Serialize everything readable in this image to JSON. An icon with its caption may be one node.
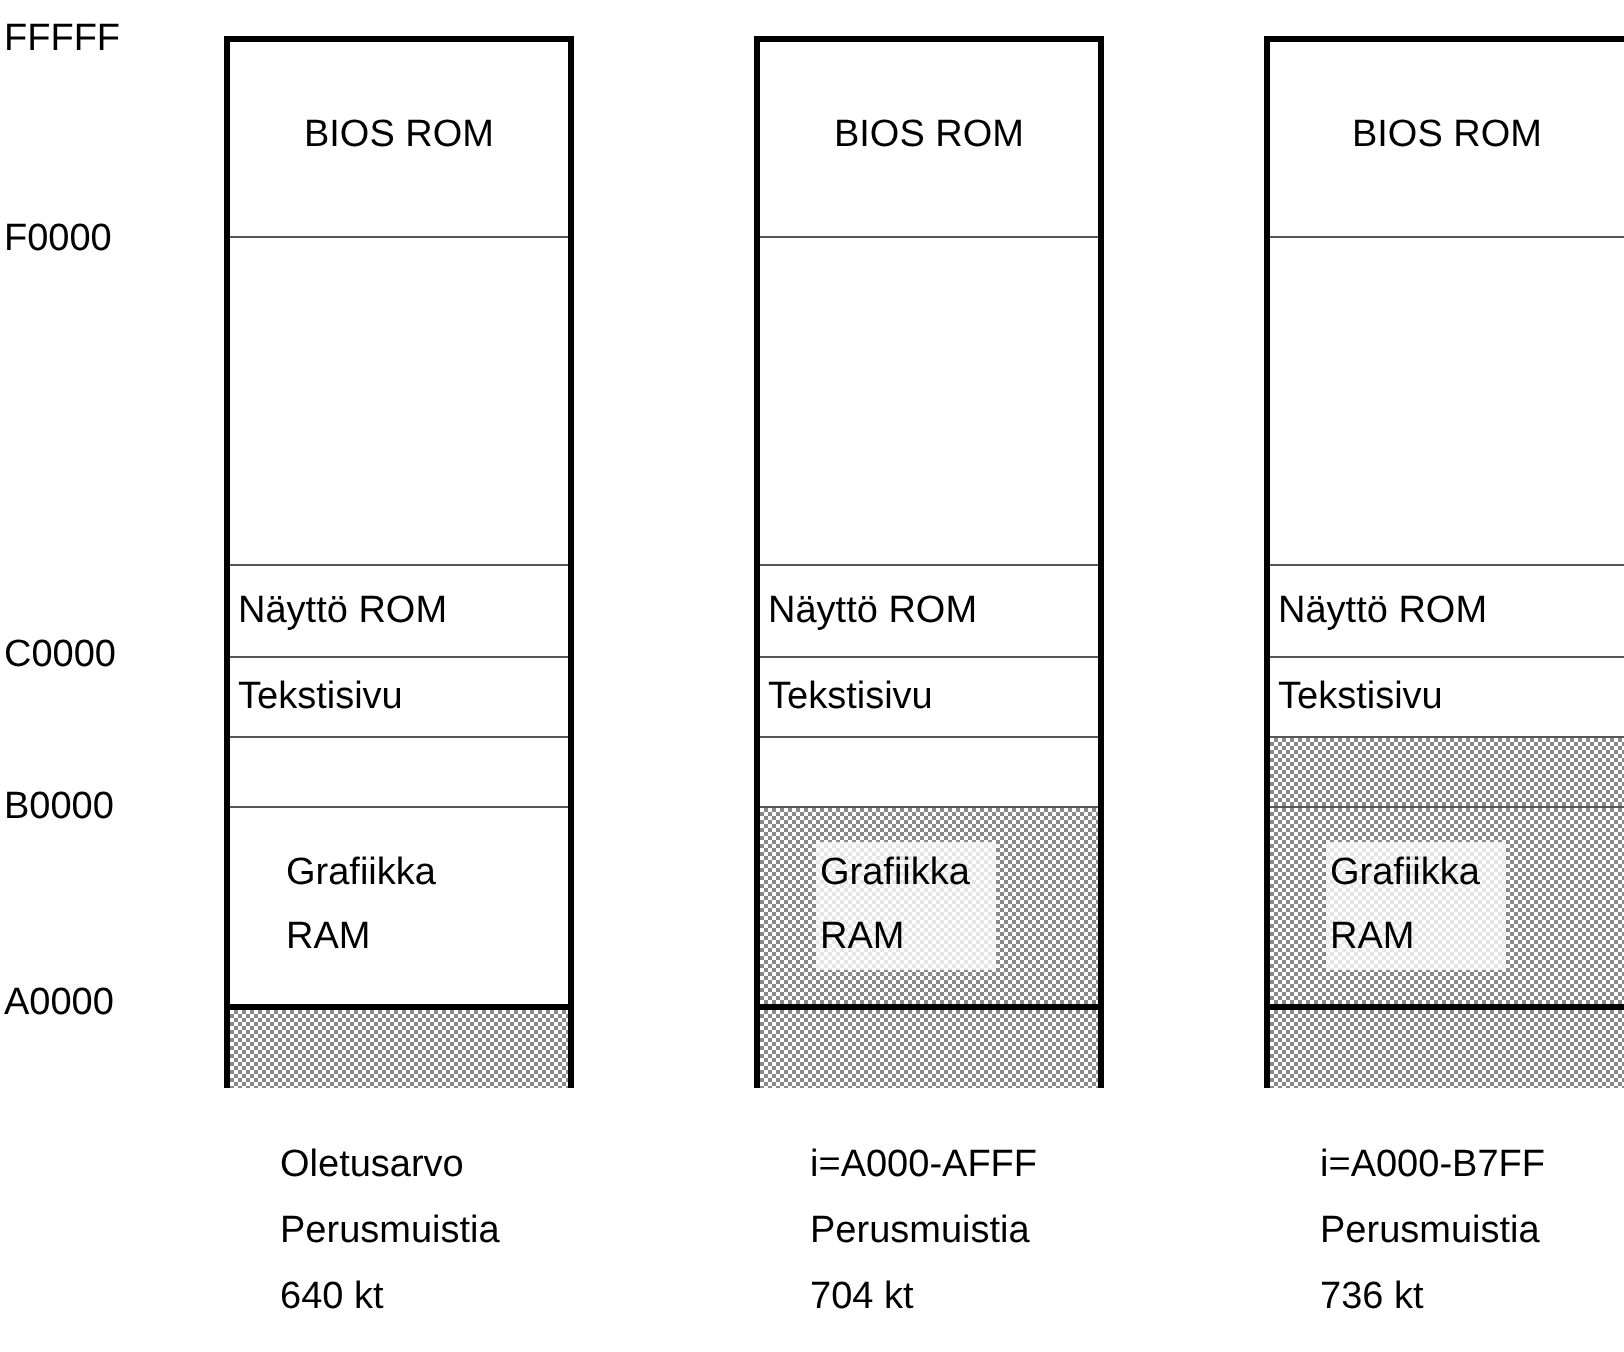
{
  "diagram": {
    "nodes": [
      {
        "text": [],
        "shape": "box",
        "beside": [
          "Oletusarvo",
          "Perusmuistia",
          "640 kt"
        ]
      },
      {
        "text": [
          "BIOS ROM"
        ],
        "in": 0
      },
      {
        "text": [],
        "shape": "box",
        "in": 0
      },
      {
        "text": [
          "Näyttö ROM"
        ],
        "in": 0
      },
      {
        "text": [
          "Tekstisivu"
        ],
        "in": 0
      },
      {
        "text": [],
        "shape": "box",
        "in": 0
      },
      {
        "text": [
          "Grafiikka RAM"
        ],
        "in": 0
      },
      {
        "text": [],
        "shape": "box",
        "in": 0
      },
      {
        "text": [],
        "shape": "box",
        "beside": [
          "i=A000-AFFF",
          "Perusmuistia",
          "704 kt"
        ]
      },
      {
        "text": [
          "BIOS ROM"
        ],
        "in": 8
      },
      {
        "text": [],
        "shape": "box",
        "in": 8
      },
      {
        "text": [
          "Näyttö ROM"
        ],
        "in": 8
      },
      {
        "text": [
          "Tekstisivu"
        ],
        "in": 8
      },
      {
        "text": [],
        "shape": "box",
        "in": 8
      },
      {
        "text": [
          "Grafiikka RAM"
        ],
        "in": 8
      },
      {
        "text": [],
        "shape": "box",
        "in": 8
      },
      {
        "text": [],
        "shape": "box",
        "beside": [
          "i=A000-B7FF",
          "Perusmuistia",
          "736 kt"
        ]
      },
      {
        "text": [
          "BIOS ROM"
        ],
        "in": 16
      },
      {
        "text": [],
        "shape": "box",
        "in": 16
      },
      {
        "text": [
          "Näyttö ROM"
        ],
        "in": 16
      },
      {
        "text": [
          "Tekstisivu"
        ],
        "in": 16
      },
      {
        "text": [],
        "shape": "box",
        "in": 16
      },
      {
        "text": [
          "Grafiikka RAM"
        ],
        "in": 16
      },
      {
        "text": [],
        "shape": "box",
        "in": 16
      }
    ],
    "labels": [
      "FFFFF",
      "F0000",
      "C0000",
      "B0000",
      "A0000"
    ]
  }
}
